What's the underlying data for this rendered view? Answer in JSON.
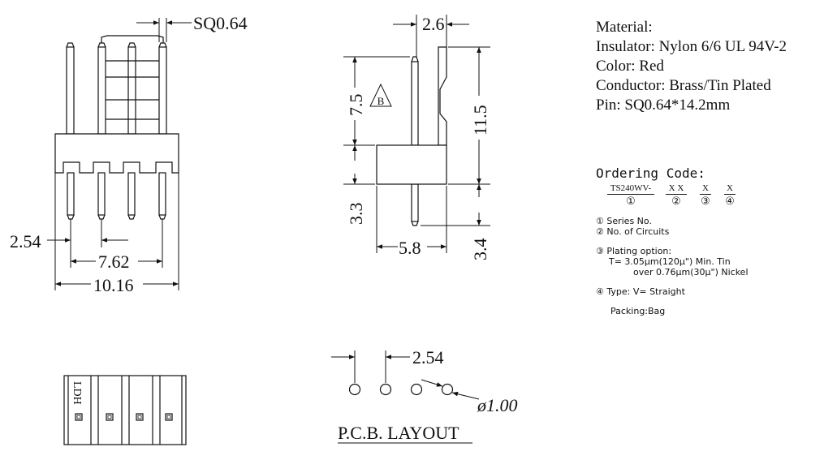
{
  "dimensions": {
    "pin_square": "SQ0.64",
    "pitch_front": "2.54",
    "span_three_pitch": "7.62",
    "total_width": "10.16",
    "side_top_width": "2.6",
    "side_body_width": "5.8",
    "height_above": "7.5",
    "height_total": "11.5",
    "height_below": "3.3",
    "tail_length": "3.4",
    "pcb_pitch": "2.54",
    "hole_diameter": "ø1.00"
  },
  "marks": {
    "triangle_label": "B",
    "part_marking": "LDH"
  },
  "pcb_layout_title": "P.C.B. LAYOUT",
  "specs": [
    "Material:",
    "Insulator: Nylon 6/6 UL 94V-2",
    "Color: Red",
    "Conductor: Brass/Tin Plated",
    "Pin: SQ0.64*14.2mm"
  ],
  "ordering": {
    "title": "Ordering Code:",
    "code_segments": [
      {
        "text": "TS240WV-",
        "num": "①"
      },
      {
        "text": "X X",
        "num": "②"
      },
      {
        "text": "X",
        "num": "③"
      },
      {
        "text": "X",
        "num": "④"
      }
    ],
    "notes": [
      "① Series No.",
      "② No. of Circuits"
    ],
    "plating_notes": [
      "③ Plating option:",
      "T= 3.05μm(120μ\") Min. Tin",
      "over 0.76μm(30μ\") Nickel"
    ],
    "type_note": "④ Type: V= Straight",
    "packing": "Packing:Bag"
  }
}
